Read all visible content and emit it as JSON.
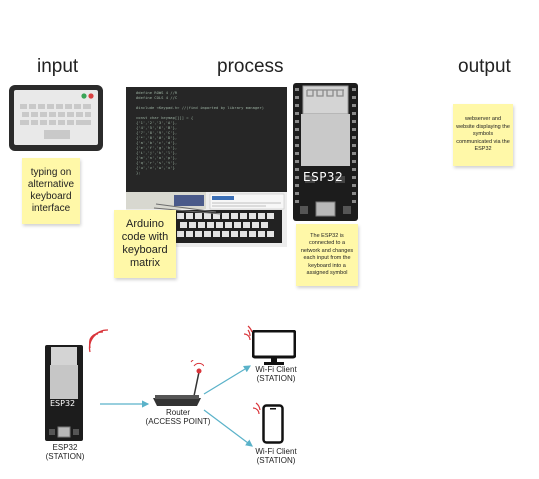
{
  "headings": {
    "input": "input",
    "process": "process",
    "output": "output"
  },
  "notes": {
    "input_note": "typing on alternative keyboard interface",
    "arduino_note": "Arduino code with keyboard matrix",
    "esp_note": "The ESP32 is connected to a network and changes each input from the keyboard into a assigned symbol",
    "output_note": "webserver and website displaying the symbols communicated via the ESP32"
  },
  "code_lines": [
    "#define ROWS 4 //R",
    "#define COLS 4 //C",
    "",
    "#include <Keypad.h>  //(find imported by library manager)",
    "",
    "const char keymap[][] = {",
    "  {'1','2','3','A'},",
    "  {'4','5','6','B'},",
    "  {'7','8','9','C'},",
    "  {'*','0','#','D'},",
    "  {'a','b','c','d'},",
    "  {'e','f','g','h'},",
    "  {'i','j','k','l'},",
    "  {'m','n','o','p'},",
    "  {'q','r','s','t'},",
    "  {'u','v','w','x'}",
    "};"
  ],
  "esp_board_label": "ESP32",
  "network": {
    "esp_label": "ESP32",
    "esp_caption": "ESP32\n(STATION)",
    "router_caption": "Router\n(ACCESS POINT)",
    "client_top_caption": "Wi-Fi Client\n(STATION)",
    "client_bottom_caption": "Wi-Fi Client\n(STATION)"
  },
  "colors": {
    "sticky": "#fff8a8",
    "arrow": "#5ab2c9",
    "wifi_wave": "#d9343a",
    "board": "#1c1c1c"
  }
}
